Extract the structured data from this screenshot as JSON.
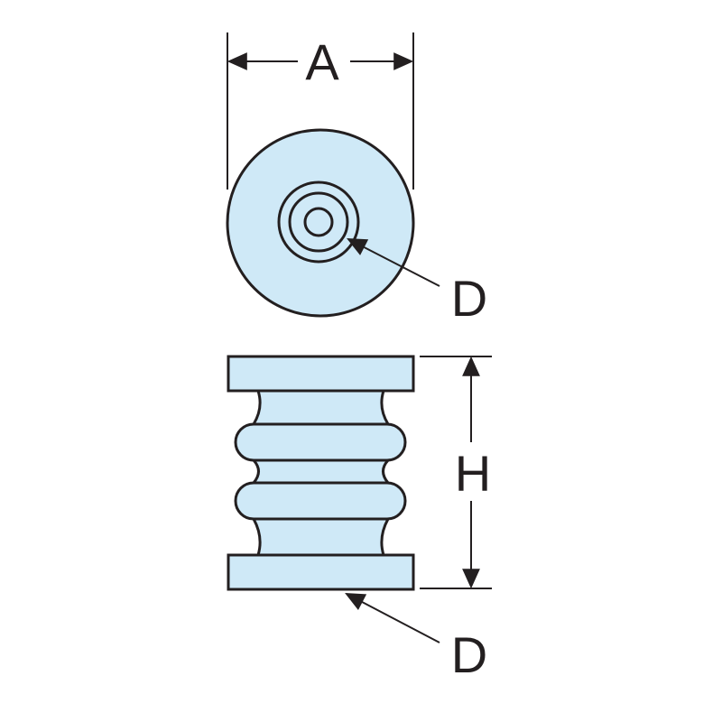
{
  "colors": {
    "fill": "#cfe9f7",
    "stroke": "#231f20",
    "background": "#ffffff"
  },
  "labels": {
    "width": "A",
    "height": "H",
    "top_callout": "D",
    "bottom_callout": "D"
  }
}
